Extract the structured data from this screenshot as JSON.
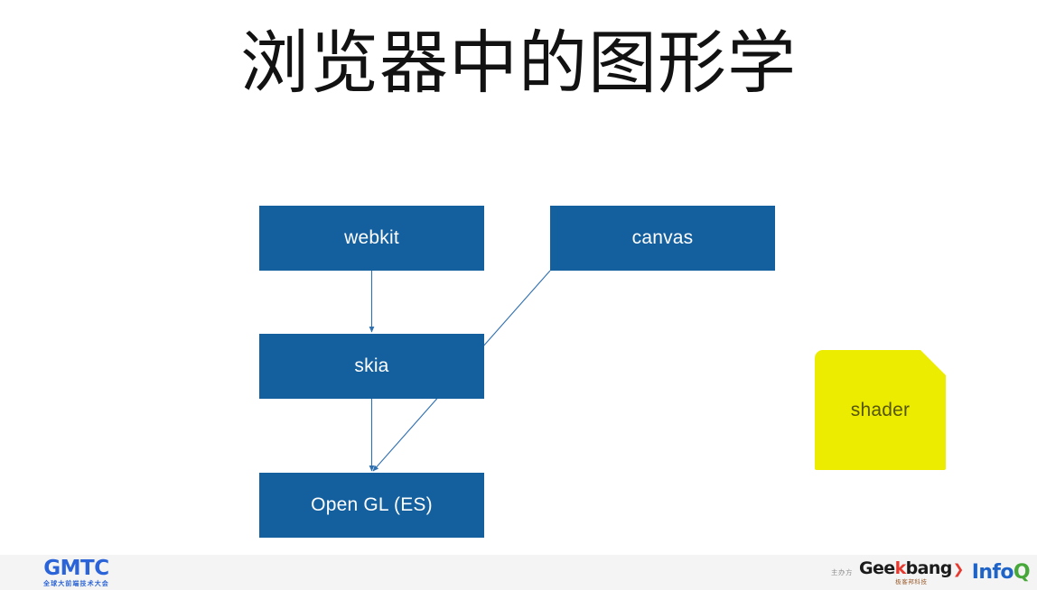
{
  "slide": {
    "title": "浏览器中的图形学",
    "background_color": "#ffffff"
  },
  "diagram": {
    "node_color": "#14609F",
    "node_text_color": "#ffffff",
    "connector_color": "#2E6FB0",
    "nodes": [
      {
        "id": "webkit",
        "label": "webkit"
      },
      {
        "id": "canvas",
        "label": "canvas"
      },
      {
        "id": "skia",
        "label": "skia"
      },
      {
        "id": "opengl",
        "label": "Open GL (ES)"
      }
    ],
    "connectors": [
      {
        "from": "webkit",
        "to": "skia"
      },
      {
        "from": "skia",
        "to": "opengl"
      },
      {
        "from": "canvas",
        "to": "opengl"
      }
    ],
    "note": {
      "id": "shader",
      "label": "shader",
      "fill_color": "#ECEC00",
      "text_color": "#555500"
    }
  },
  "footer": {
    "background_color": "#F4F4F4",
    "brand": {
      "name": "GMTC",
      "tagline": "全球大前端技术大会",
      "color": "#2A64D8"
    },
    "sponsors": {
      "host_label": "主办方",
      "geekbang": {
        "part1": "Gee",
        "part2": "k",
        "part3": "bang",
        "arrow": "❯",
        "tagline": "极客邦科技"
      },
      "infoq": {
        "part1": "Info",
        "part2": "Q"
      }
    }
  }
}
